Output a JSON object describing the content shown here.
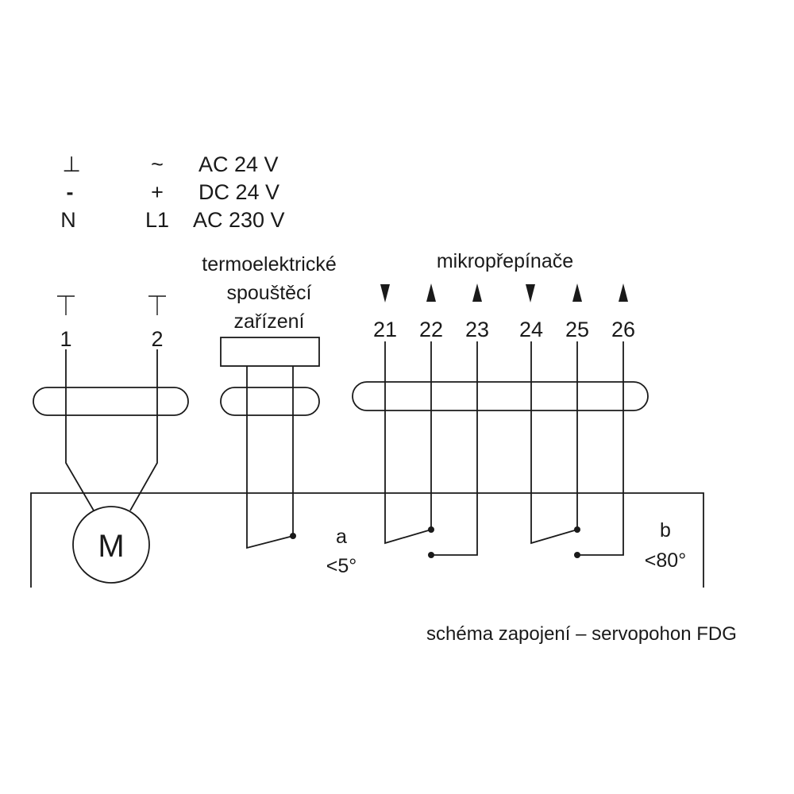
{
  "supply_table": [
    {
      "col1": "⊥",
      "col2": "~",
      "voltage": "AC 24 V"
    },
    {
      "col1": "-",
      "col2": "+",
      "voltage": "DC 24 V"
    },
    {
      "col1": "N",
      "col2": "L1",
      "voltage": "AC 230 V"
    }
  ],
  "terminals_motor": [
    "1",
    "2"
  ],
  "heater_label": [
    "termoelektrické",
    "spouštěcí",
    "zařízení"
  ],
  "microswitch_label": "mikropřepínače",
  "terminals_switch": [
    "21",
    "22",
    "23",
    "24",
    "25",
    "26"
  ],
  "motor_label": "M",
  "switch_a": {
    "name": "a",
    "angle": "<5°"
  },
  "switch_b": {
    "name": "b",
    "angle": "<80°"
  },
  "caption": "schéma zapojení – servopohon FDG"
}
